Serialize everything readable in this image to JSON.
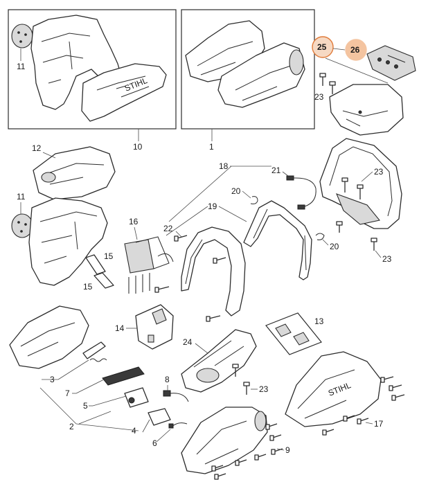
{
  "diagram": {
    "labels": {
      "l1": "1",
      "l2": "2",
      "l3": "3",
      "l4": "4",
      "l5": "5",
      "l6": "6",
      "l7": "7",
      "l8": "8",
      "l9": "9",
      "l10": "10",
      "l11a": "11",
      "l11b": "11",
      "l12": "12",
      "l13": "13",
      "l14": "14",
      "l15a": "15",
      "l15b": "15",
      "l16": "16",
      "l17": "17",
      "l18": "18",
      "l19": "19",
      "l20a": "20",
      "l20b": "20",
      "l21": "21",
      "l22": "22",
      "l23a": "23",
      "l23b": "23",
      "l23c": "23",
      "l23d": "23",
      "l24": "24"
    },
    "badges": {
      "b25": "25",
      "b26": "26"
    },
    "colors": {
      "badge_25_fill": "#f6d9c3",
      "badge_25_stroke": "#e07b3a",
      "badge_26_fill": "#f4c4a0",
      "badge_26_stroke": "#f4c4a0",
      "line": "#2b2b2b"
    }
  }
}
